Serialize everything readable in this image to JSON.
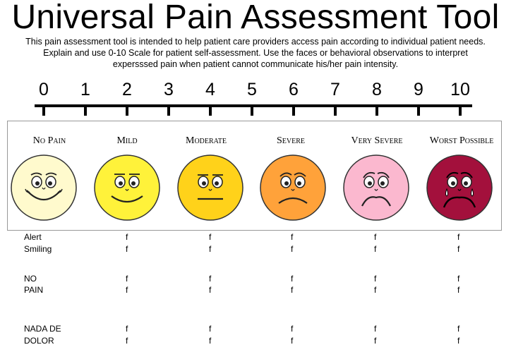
{
  "title": "Universal Pain Assessment Tool",
  "intro": [
    "This pain assessment tool is intended to help patient care providers access pain according to individual patient needs.",
    "Explain and use 0-10 Scale for patient self-assessment.  Use the faces or behavioral observations to interpret",
    "expersssed pain when patient cannot communicate his/her pain intensity."
  ],
  "scale": [
    "0",
    "1",
    "2",
    "3",
    "4",
    "5",
    "6",
    "7",
    "8",
    "9",
    "10"
  ],
  "faces": [
    {
      "label": "No Pain",
      "color": "#fffacd",
      "mood": "happy"
    },
    {
      "label": "Mild",
      "color": "#fff23a",
      "mood": "smile"
    },
    {
      "label": "Moderate",
      "color": "#ffd21a",
      "mood": "neutral"
    },
    {
      "label": "Severe",
      "color": "#ffa23a",
      "mood": "sad"
    },
    {
      "label": "Very Severe",
      "color": "#fbb8cf",
      "mood": "very-sad"
    },
    {
      "label": "Worst Possible",
      "color": "#a3103c",
      "mood": "crying"
    }
  ],
  "rows": [
    [
      "Alert",
      "Smiling"
    ],
    [
      "NO",
      "PAIN"
    ],
    [
      "NADA DE",
      "DOLOR"
    ]
  ],
  "cell_text": "f"
}
